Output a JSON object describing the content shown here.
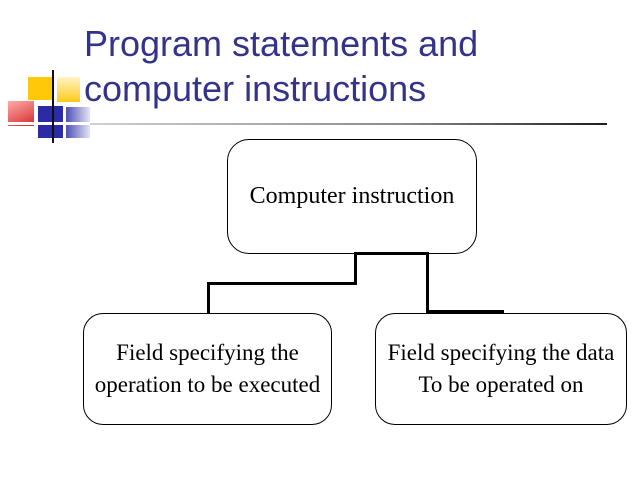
{
  "slide": {
    "background_color": "#FFFFFF",
    "title": {
      "line1": "Program statements and",
      "line2": "computer instructions",
      "color": "#333389"
    },
    "decoration": {
      "motif": "pixel-squares",
      "colors": {
        "yellow": "#FFC808",
        "yellow_light": "#FFF4C8",
        "red": "#D42A2A",
        "red_light": "#FFABAB",
        "blue": "#2B2BA6",
        "blue_light": "#E4E4F7",
        "vertical_line": "#101010",
        "rule_start": "#D0D0D0",
        "rule_end": "#1E1E1E"
      }
    }
  },
  "diagram": {
    "box_border_color": "#000000",
    "box_fill_color": "#FFFFFF",
    "connector_color": "#000000",
    "text_color": "#000000",
    "root": {
      "label": "Computer instruction"
    },
    "children": [
      {
        "line1": "Field specifying the",
        "line2": "operation to be executed"
      },
      {
        "line1": "Field specifying the data",
        "line2": "To be operated on"
      }
    ]
  }
}
